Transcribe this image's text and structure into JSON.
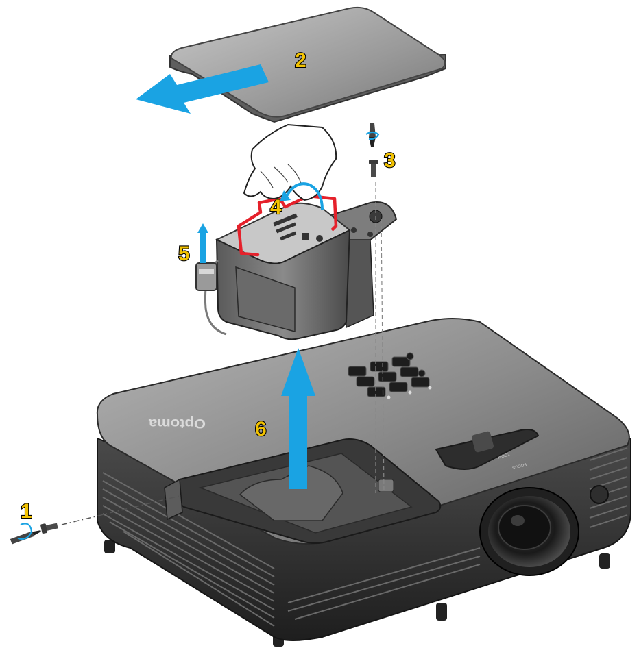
{
  "diagram": {
    "brand": "Optoma",
    "lens_labels": {
      "zoom": "ZOOM",
      "focus": "FOCUS"
    },
    "steps": [
      {
        "label": "1"
      },
      {
        "label": "2"
      },
      {
        "label": "3"
      },
      {
        "label": "4"
      },
      {
        "label": "5"
      },
      {
        "label": "6"
      }
    ],
    "colors": {
      "arrow": "#1aa3e3",
      "label_fill": "#f2c200",
      "handle": "#e5212b",
      "projector_body": "#444444",
      "cover": "#8e8e8e"
    }
  }
}
